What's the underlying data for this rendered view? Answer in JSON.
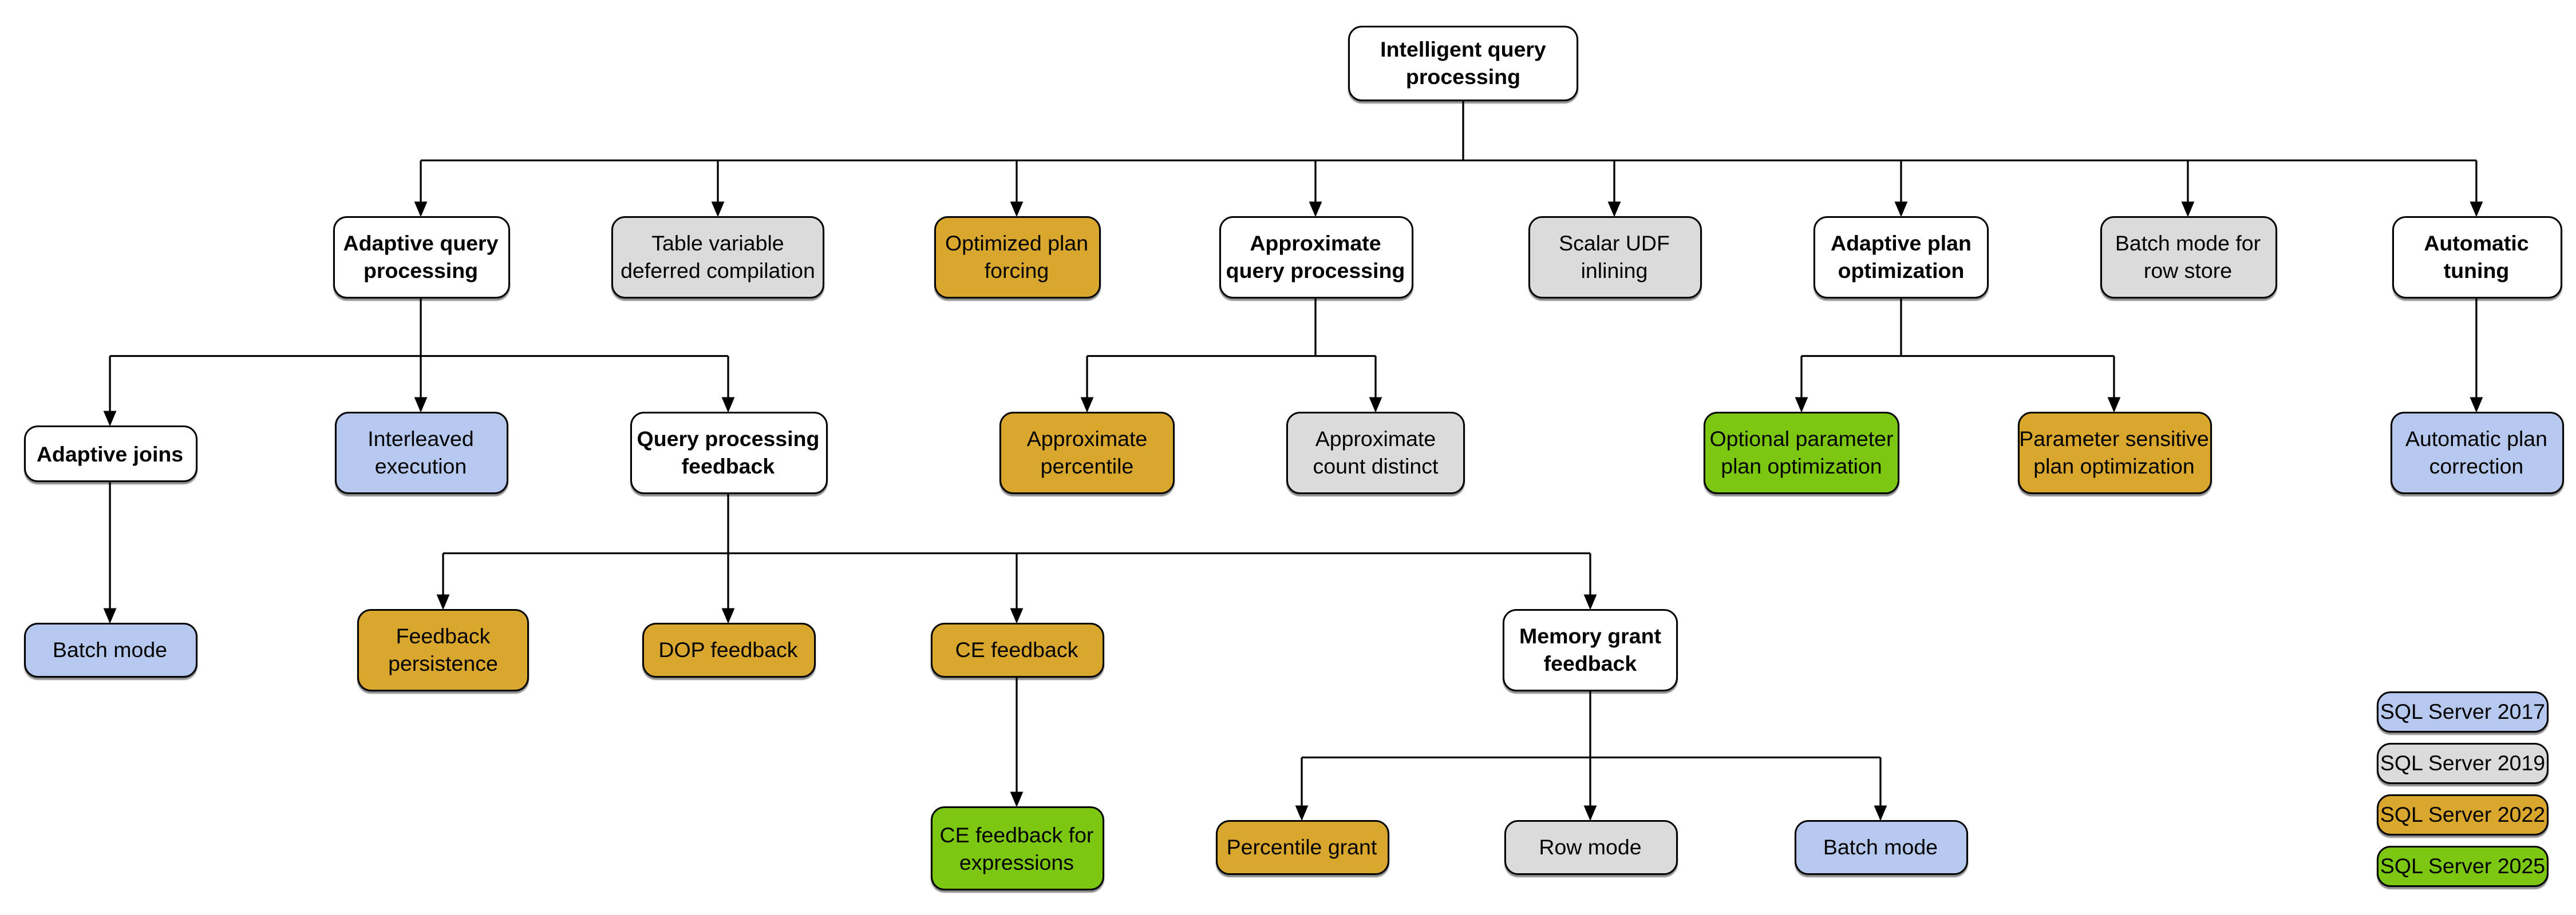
{
  "colors": {
    "2017": "#B7C8EF",
    "2019": "#DBDBDB",
    "2022": "#D9A62E",
    "2025": "#7CC711",
    "node_default": "#FFFFFF",
    "border": "#000000",
    "line": "#000000"
  },
  "nodes": [
    {
      "id": "intelligent-query-processing",
      "label": "Intelligent query\nprocessing",
      "version": null,
      "bold": true
    },
    {
      "id": "adaptive-query-processing",
      "label": "Adaptive query\nprocessing",
      "version": null,
      "bold": true
    },
    {
      "id": "table-variable-deferred-compilation",
      "label": "Table variable\ndeferred compilation",
      "version": "2019",
      "bold": false
    },
    {
      "id": "optimized-plan-forcing",
      "label": "Optimized plan\nforcing",
      "version": "2022",
      "bold": false
    },
    {
      "id": "approximate-query-processing",
      "label": "Approximate\nquery processing",
      "version": null,
      "bold": true
    },
    {
      "id": "scalar-udf-inlining",
      "label": "Scalar UDF\ninlining",
      "version": "2019",
      "bold": false
    },
    {
      "id": "adaptive-plan-optimization",
      "label": "Adaptive plan\noptimization",
      "version": null,
      "bold": true
    },
    {
      "id": "batch-mode-for-row-store",
      "label": "Batch mode for\nrow store",
      "version": "2019",
      "bold": false
    },
    {
      "id": "automatic-tuning",
      "label": "Automatic\ntuning",
      "version": null,
      "bold": true
    },
    {
      "id": "adaptive-joins",
      "label": "Adaptive joins",
      "version": null,
      "bold": true
    },
    {
      "id": "interleaved-execution",
      "label": "Interleaved\nexecution",
      "version": "2017",
      "bold": false
    },
    {
      "id": "query-processing-feedback",
      "label": "Query processing\nfeedback",
      "version": null,
      "bold": true
    },
    {
      "id": "approximate-percentile",
      "label": "Approximate\npercentile",
      "version": "2022",
      "bold": false
    },
    {
      "id": "approximate-count-distinct",
      "label": "Approximate\ncount distinct",
      "version": "2019",
      "bold": false
    },
    {
      "id": "optional-parameter-plan-optimization",
      "label": "Optional parameter\nplan optimization",
      "version": "2025",
      "bold": false
    },
    {
      "id": "parameter-sensitive-plan-optimization",
      "label": "Parameter sensitive\nplan optimization",
      "version": "2022",
      "bold": false
    },
    {
      "id": "automatic-plan-correction",
      "label": "Automatic plan\ncorrection",
      "version": "2017",
      "bold": false
    },
    {
      "id": "batch-mode-adaptive-joins",
      "label": "Batch mode",
      "version": "2017",
      "bold": false
    },
    {
      "id": "feedback-persistence",
      "label": "Feedback\npersistence",
      "version": "2022",
      "bold": false
    },
    {
      "id": "dop-feedback",
      "label": "DOP feedback",
      "version": "2022",
      "bold": false
    },
    {
      "id": "ce-feedback",
      "label": "CE feedback",
      "version": "2022",
      "bold": false
    },
    {
      "id": "memory-grant-feedback",
      "label": "Memory grant\nfeedback",
      "version": null,
      "bold": true
    },
    {
      "id": "ce-feedback-for-expressions",
      "label": "CE feedback for\nexpressions",
      "version": "2025",
      "bold": false
    },
    {
      "id": "percentile-grant",
      "label": "Percentile grant",
      "version": "2022",
      "bold": false
    },
    {
      "id": "row-mode",
      "label": "Row mode",
      "version": "2019",
      "bold": false
    },
    {
      "id": "batch-mode-memory-grant",
      "label": "Batch mode",
      "version": "2017",
      "bold": false
    }
  ],
  "edges": [
    {
      "from": "intelligent-query-processing",
      "to": [
        "adaptive-query-processing",
        "table-variable-deferred-compilation",
        "optimized-plan-forcing",
        "approximate-query-processing",
        "scalar-udf-inlining",
        "adaptive-plan-optimization",
        "batch-mode-for-row-store",
        "automatic-tuning"
      ]
    },
    {
      "from": "adaptive-query-processing",
      "to": [
        "adaptive-joins",
        "interleaved-execution",
        "query-processing-feedback"
      ]
    },
    {
      "from": "approximate-query-processing",
      "to": [
        "approximate-percentile",
        "approximate-count-distinct"
      ]
    },
    {
      "from": "adaptive-plan-optimization",
      "to": [
        "optional-parameter-plan-optimization",
        "parameter-sensitive-plan-optimization"
      ]
    },
    {
      "from": "automatic-tuning",
      "to": [
        "automatic-plan-correction"
      ]
    },
    {
      "from": "adaptive-joins",
      "to": [
        "batch-mode-adaptive-joins"
      ]
    },
    {
      "from": "query-processing-feedback",
      "to": [
        "feedback-persistence",
        "dop-feedback",
        "ce-feedback",
        "memory-grant-feedback"
      ]
    },
    {
      "from": "ce-feedback",
      "to": [
        "ce-feedback-for-expressions"
      ]
    },
    {
      "from": "memory-grant-feedback",
      "to": [
        "percentile-grant",
        "row-mode",
        "batch-mode-memory-grant"
      ]
    }
  ],
  "legend": [
    {
      "label": "SQL Server 2017",
      "version": "2017"
    },
    {
      "label": "SQL Server 2019",
      "version": "2019"
    },
    {
      "label": "SQL Server 2022",
      "version": "2022"
    },
    {
      "label": "SQL Server 2025",
      "version": "2025"
    }
  ]
}
